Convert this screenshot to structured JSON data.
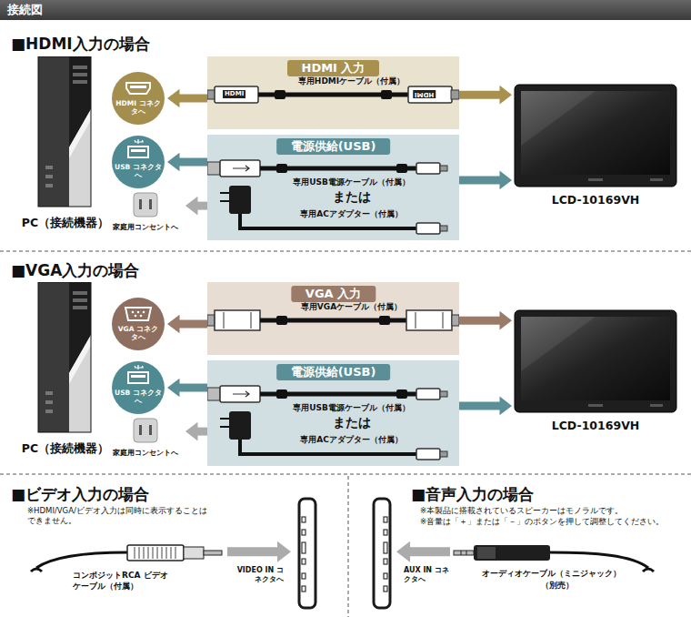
{
  "diagram": {
    "title": "接続図",
    "nodes": [
      {
        "text": [
          "PC（接続機器）"
        ]
      },
      {
        "text": [
          "HDMI コネクタへ"
        ]
      },
      {
        "text": [
          "USB コネクタへ"
        ]
      },
      {
        "text": [
          "家庭用コンセントへ"
        ]
      },
      {
        "text": [
          "HDMI 入力",
          "専用HDMIケーブル（付属）"
        ]
      },
      {
        "text": [
          "電源供給(USB)",
          "専用USB電源ケーブル（付属）",
          "または",
          "専用ACアダプター（付属）"
        ]
      },
      {
        "text": [
          "LCD-10169VH"
        ]
      },
      {
        "text": [
          "PC（接続機器）"
        ]
      },
      {
        "text": [
          "VGA コネクタへ"
        ]
      },
      {
        "text": [
          "USB コネクタへ"
        ]
      },
      {
        "text": [
          "家庭用コンセントへ"
        ]
      },
      {
        "text": [
          "VGA 入力",
          "専用VGAケーブル（付属）"
        ]
      },
      {
        "text": [
          "電源供給(USB)",
          "専用USB電源ケーブル（付属）",
          "または",
          "専用ACアダプター（付属）"
        ]
      },
      {
        "text": [
          "LCD-10169VH"
        ]
      },
      {
        "text": [
          "コンポジットRCA ビデオケーブル（付属）"
        ]
      },
      {
        "text": [
          "VIDEO IN コネクタへ"
        ]
      },
      {
        "text": [
          "AUX IN コネクタへ"
        ]
      },
      {
        "text": [
          "オーディオケーブル（ミニジャック）",
          "（別売）"
        ]
      }
    ],
    "edges": [
      {
        "from": 4,
        "to": 1,
        "arrow": "to"
      },
      {
        "from": 4,
        "to": 6,
        "arrow": "to"
      },
      {
        "from": 5,
        "to": 2,
        "arrow": "to"
      },
      {
        "from": 5,
        "to": 3,
        "arrow": "to"
      },
      {
        "from": 5,
        "to": 6,
        "arrow": "to"
      },
      {
        "from": 11,
        "to": 8,
        "arrow": "to"
      },
      {
        "from": 11,
        "to": 13,
        "arrow": "to"
      },
      {
        "from": 12,
        "to": 9,
        "arrow": "to"
      },
      {
        "from": 12,
        "to": 10,
        "arrow": "to"
      },
      {
        "from": 12,
        "to": 13,
        "arrow": "to"
      },
      {
        "from": 14,
        "to": 15,
        "arrow": "to"
      },
      {
        "from": 17,
        "to": 16,
        "arrow": "to"
      }
    ],
    "labels": [
      "■HDMI入力の場合",
      "■VGA入力の場合",
      "■ビデオ入力の場合",
      "※HDMI/VGA/ビデオ入力は同時に表示することは できません。",
      "■音声入力の場合",
      "※本製品に搭載されているスピーカーはモノラルです。",
      "※音量は「＋」または「－」のボタンを押して調整してください。",
      "HDMI",
      "HDMI"
    ]
  }
}
